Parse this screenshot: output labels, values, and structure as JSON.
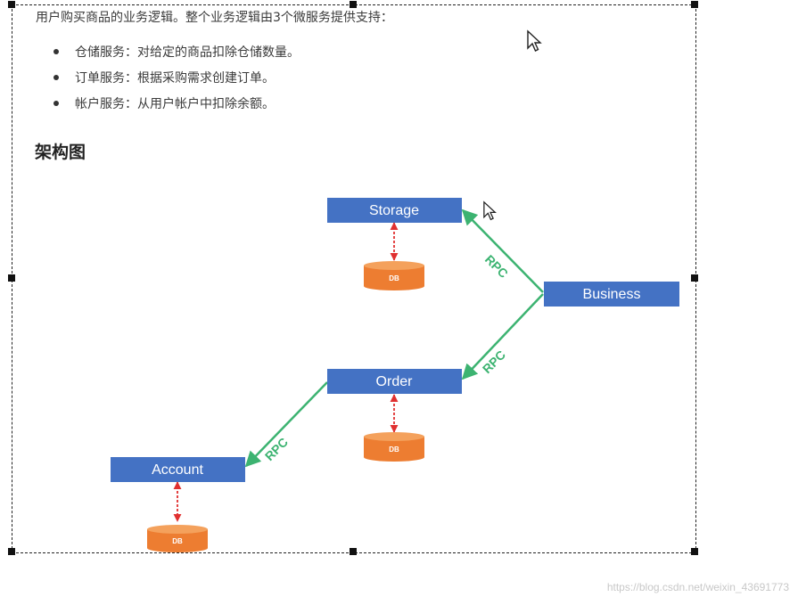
{
  "intro": "用户购买商品的业务逻辑。整个业务逻辑由3个微服务提供支持：",
  "bullets": [
    "仓储服务：对给定的商品扣除仓储数量。",
    "订单服务：根据采购需求创建订单。",
    "帐户服务：从用户帐户中扣除余额。"
  ],
  "heading": "架构图",
  "diagram": {
    "services": {
      "storage": "Storage",
      "business": "Business",
      "order": "Order",
      "account": "Account"
    },
    "db_label": "DB",
    "rpc_label": "RPC"
  },
  "watermark": "https://blog.csdn.net/weixin_43691773",
  "colors": {
    "service_box": "#4472c4",
    "db": "#ed7d31",
    "rpc_line": "#3cb371",
    "db_link": "#e03030"
  },
  "icons": [
    "mouse-cursor-icon"
  ]
}
